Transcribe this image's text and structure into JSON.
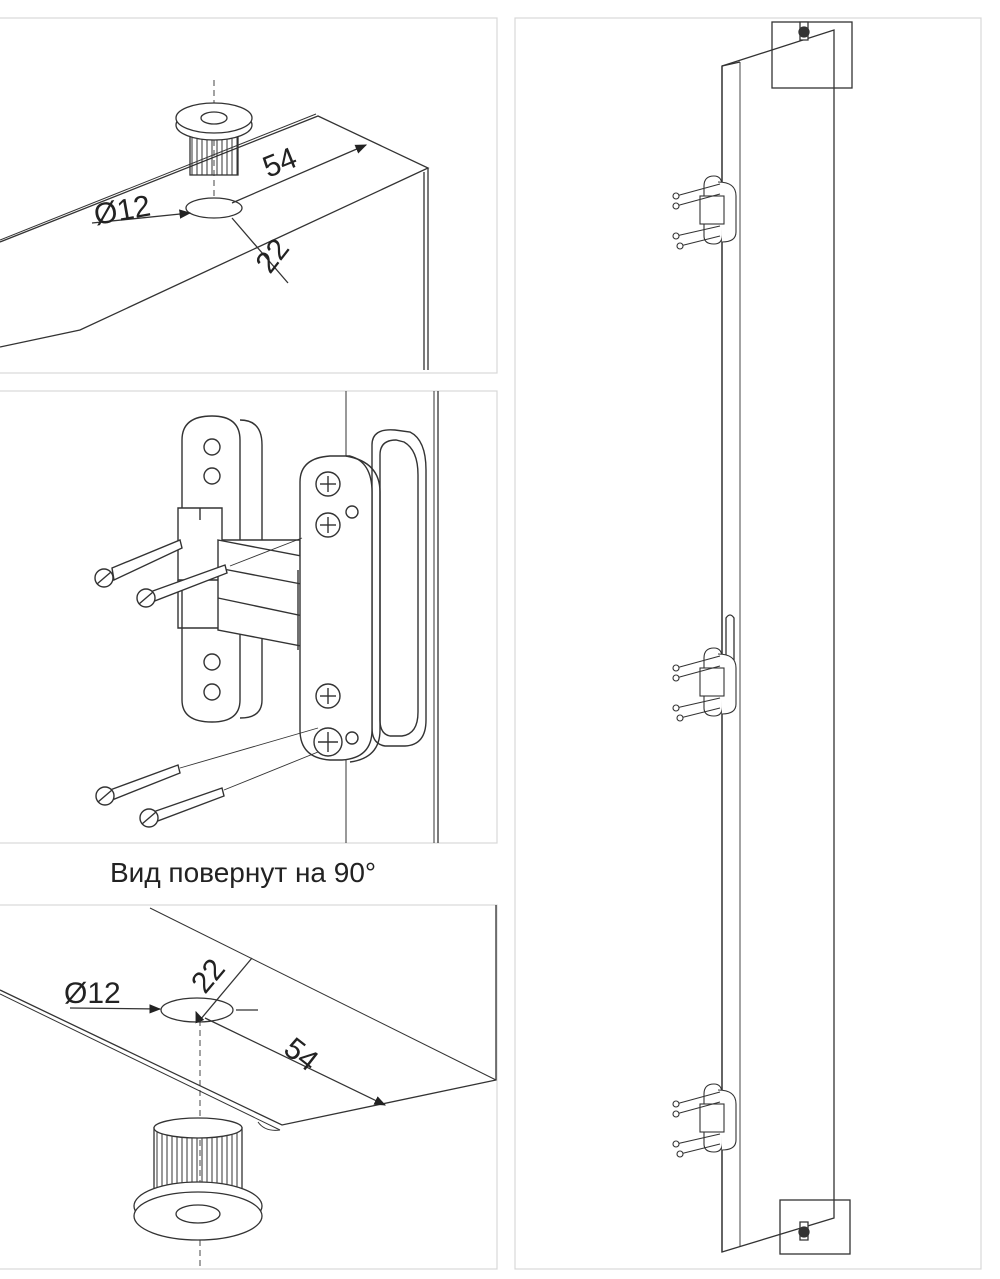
{
  "top_detail": {
    "diameter_label": "Ø12",
    "length_label": "54",
    "depth_label": "22"
  },
  "caption": "Вид повернут на 90°",
  "bottom_detail": {
    "diameter_label": "Ø12",
    "depth_label": "22",
    "length_label": "54"
  }
}
